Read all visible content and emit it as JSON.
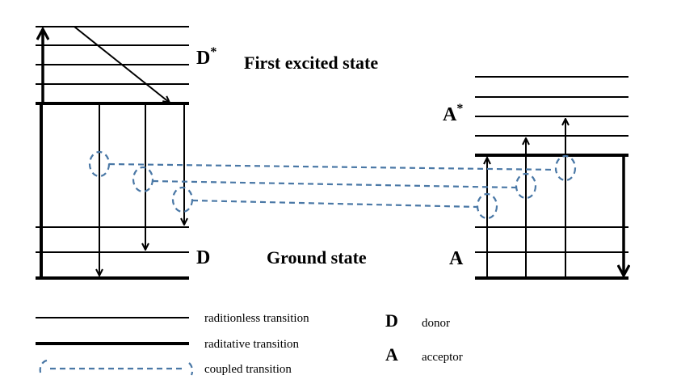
{
  "donor": {
    "symbol": "D",
    "excited_symbol": "D",
    "superscript": "*"
  },
  "acceptor": {
    "symbol": "A",
    "excited_symbol": "A",
    "superscript": "*"
  },
  "states": {
    "excited": "First excited state",
    "ground": "Ground state"
  },
  "legend": {
    "line_thin": "raditionless transition",
    "line_thick": "raditative transition",
    "coupled": "coupled transition",
    "abbr": [
      {
        "letter": "D",
        "meaning": "donor"
      },
      {
        "letter": "A",
        "meaning": "acceptor"
      }
    ]
  },
  "colors": {
    "line": "#000000",
    "coupled": "#4a78a6"
  }
}
